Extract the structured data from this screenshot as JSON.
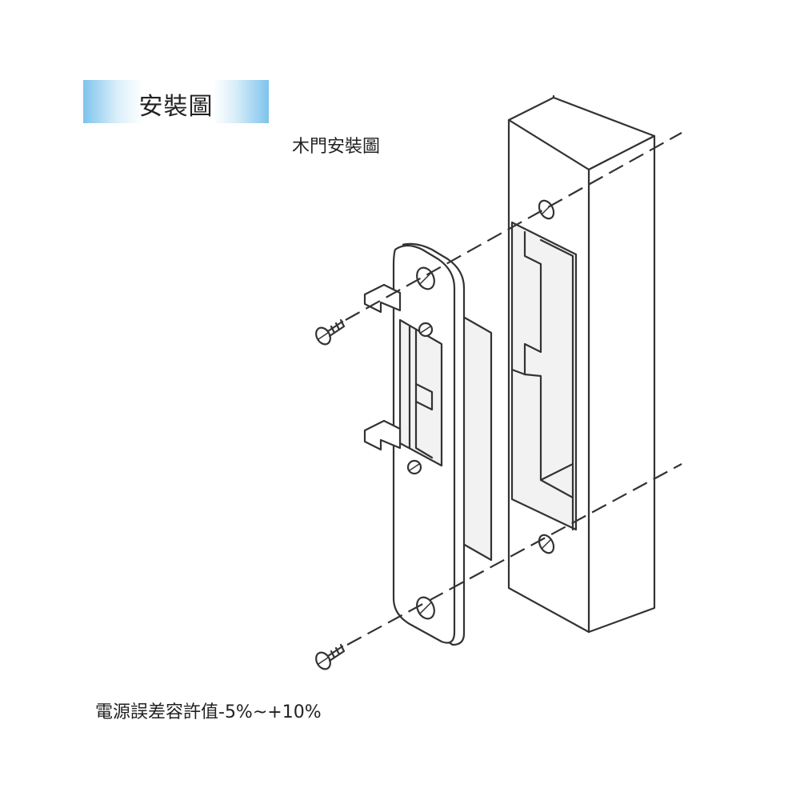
{
  "header": {
    "title": "安裝圖"
  },
  "diagram": {
    "subtitle": "木門安裝圖"
  },
  "footnote": {
    "text": "電源誤差容許值-5%~+10%"
  },
  "colors": {
    "banner_accent": "#7ec3ec",
    "line": "#333333"
  }
}
